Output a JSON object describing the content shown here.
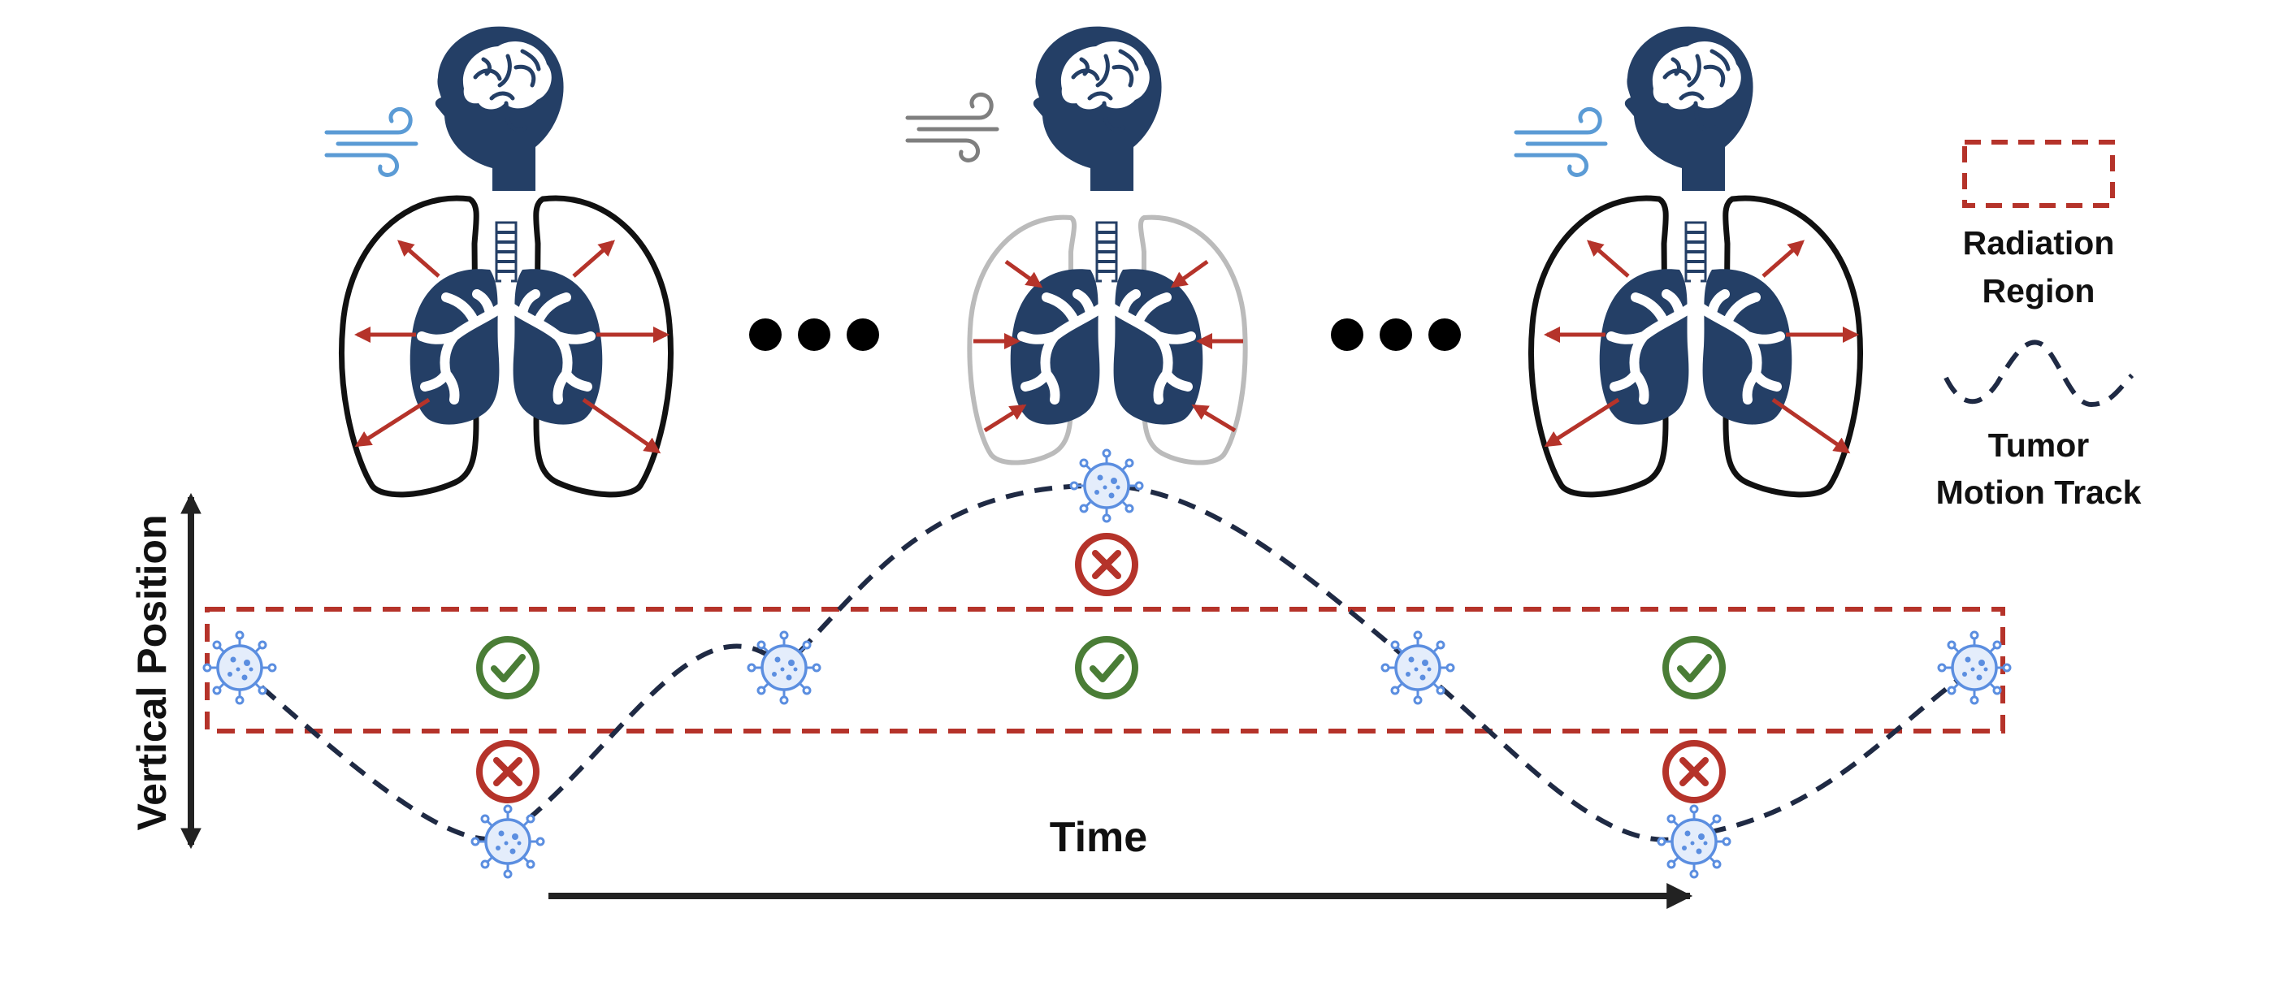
{
  "labels": {
    "time": "Time",
    "vertical_position": "Vertical Position",
    "legend_radiation_line1": "Radiation",
    "legend_radiation_line2": "Region",
    "legend_tumor_line1": "Tumor",
    "legend_tumor_line2": "Motion Track"
  },
  "phases": [
    {
      "state": "inhale",
      "lung_outline": "dark",
      "arrows": "outward",
      "breath_icon_color": "#5b9bd5"
    },
    {
      "state": "exhale",
      "lung_outline": "light",
      "arrows": "inward",
      "breath_icon_color": "#7f7f7f"
    },
    {
      "state": "inhale",
      "lung_outline": "dark",
      "arrows": "outward",
      "breath_icon_color": "#5b9bd5"
    }
  ],
  "tumor_positions": [
    {
      "level": "center",
      "status": "inside"
    },
    {
      "level": "low",
      "status": "outside"
    },
    {
      "level": "center",
      "status": "inside"
    },
    {
      "level": "high",
      "status": "outside"
    },
    {
      "level": "center",
      "status": "inside"
    },
    {
      "level": "low",
      "status": "outside"
    },
    {
      "level": "center",
      "status": "inside"
    }
  ],
  "check_marks": [
    {
      "col": 1,
      "status": "inside"
    },
    {
      "col": 3,
      "status": "inside"
    },
    {
      "col": 5,
      "status": "inside"
    }
  ],
  "cross_marks": [
    {
      "col": 1,
      "status": "outside"
    },
    {
      "col": 3,
      "status": "outside"
    },
    {
      "col": 5,
      "status": "outside"
    }
  ],
  "colors": {
    "organ": "#243f66",
    "radiation_region": "#b5332a",
    "arrow_red": "#b5332a",
    "check_green": "#4a7d36",
    "cross_red": "#b5332a",
    "tumor_blue": "#5b8ee0",
    "track": "#1f2a44",
    "axis": "#222222"
  },
  "icons": {
    "head": "head-brain-icon",
    "lungs": "lungs-icon",
    "breath": "breath-wind-icon",
    "tumor": "tumor-virus-icon",
    "check": "check-circle-icon",
    "cross": "cross-circle-icon"
  }
}
